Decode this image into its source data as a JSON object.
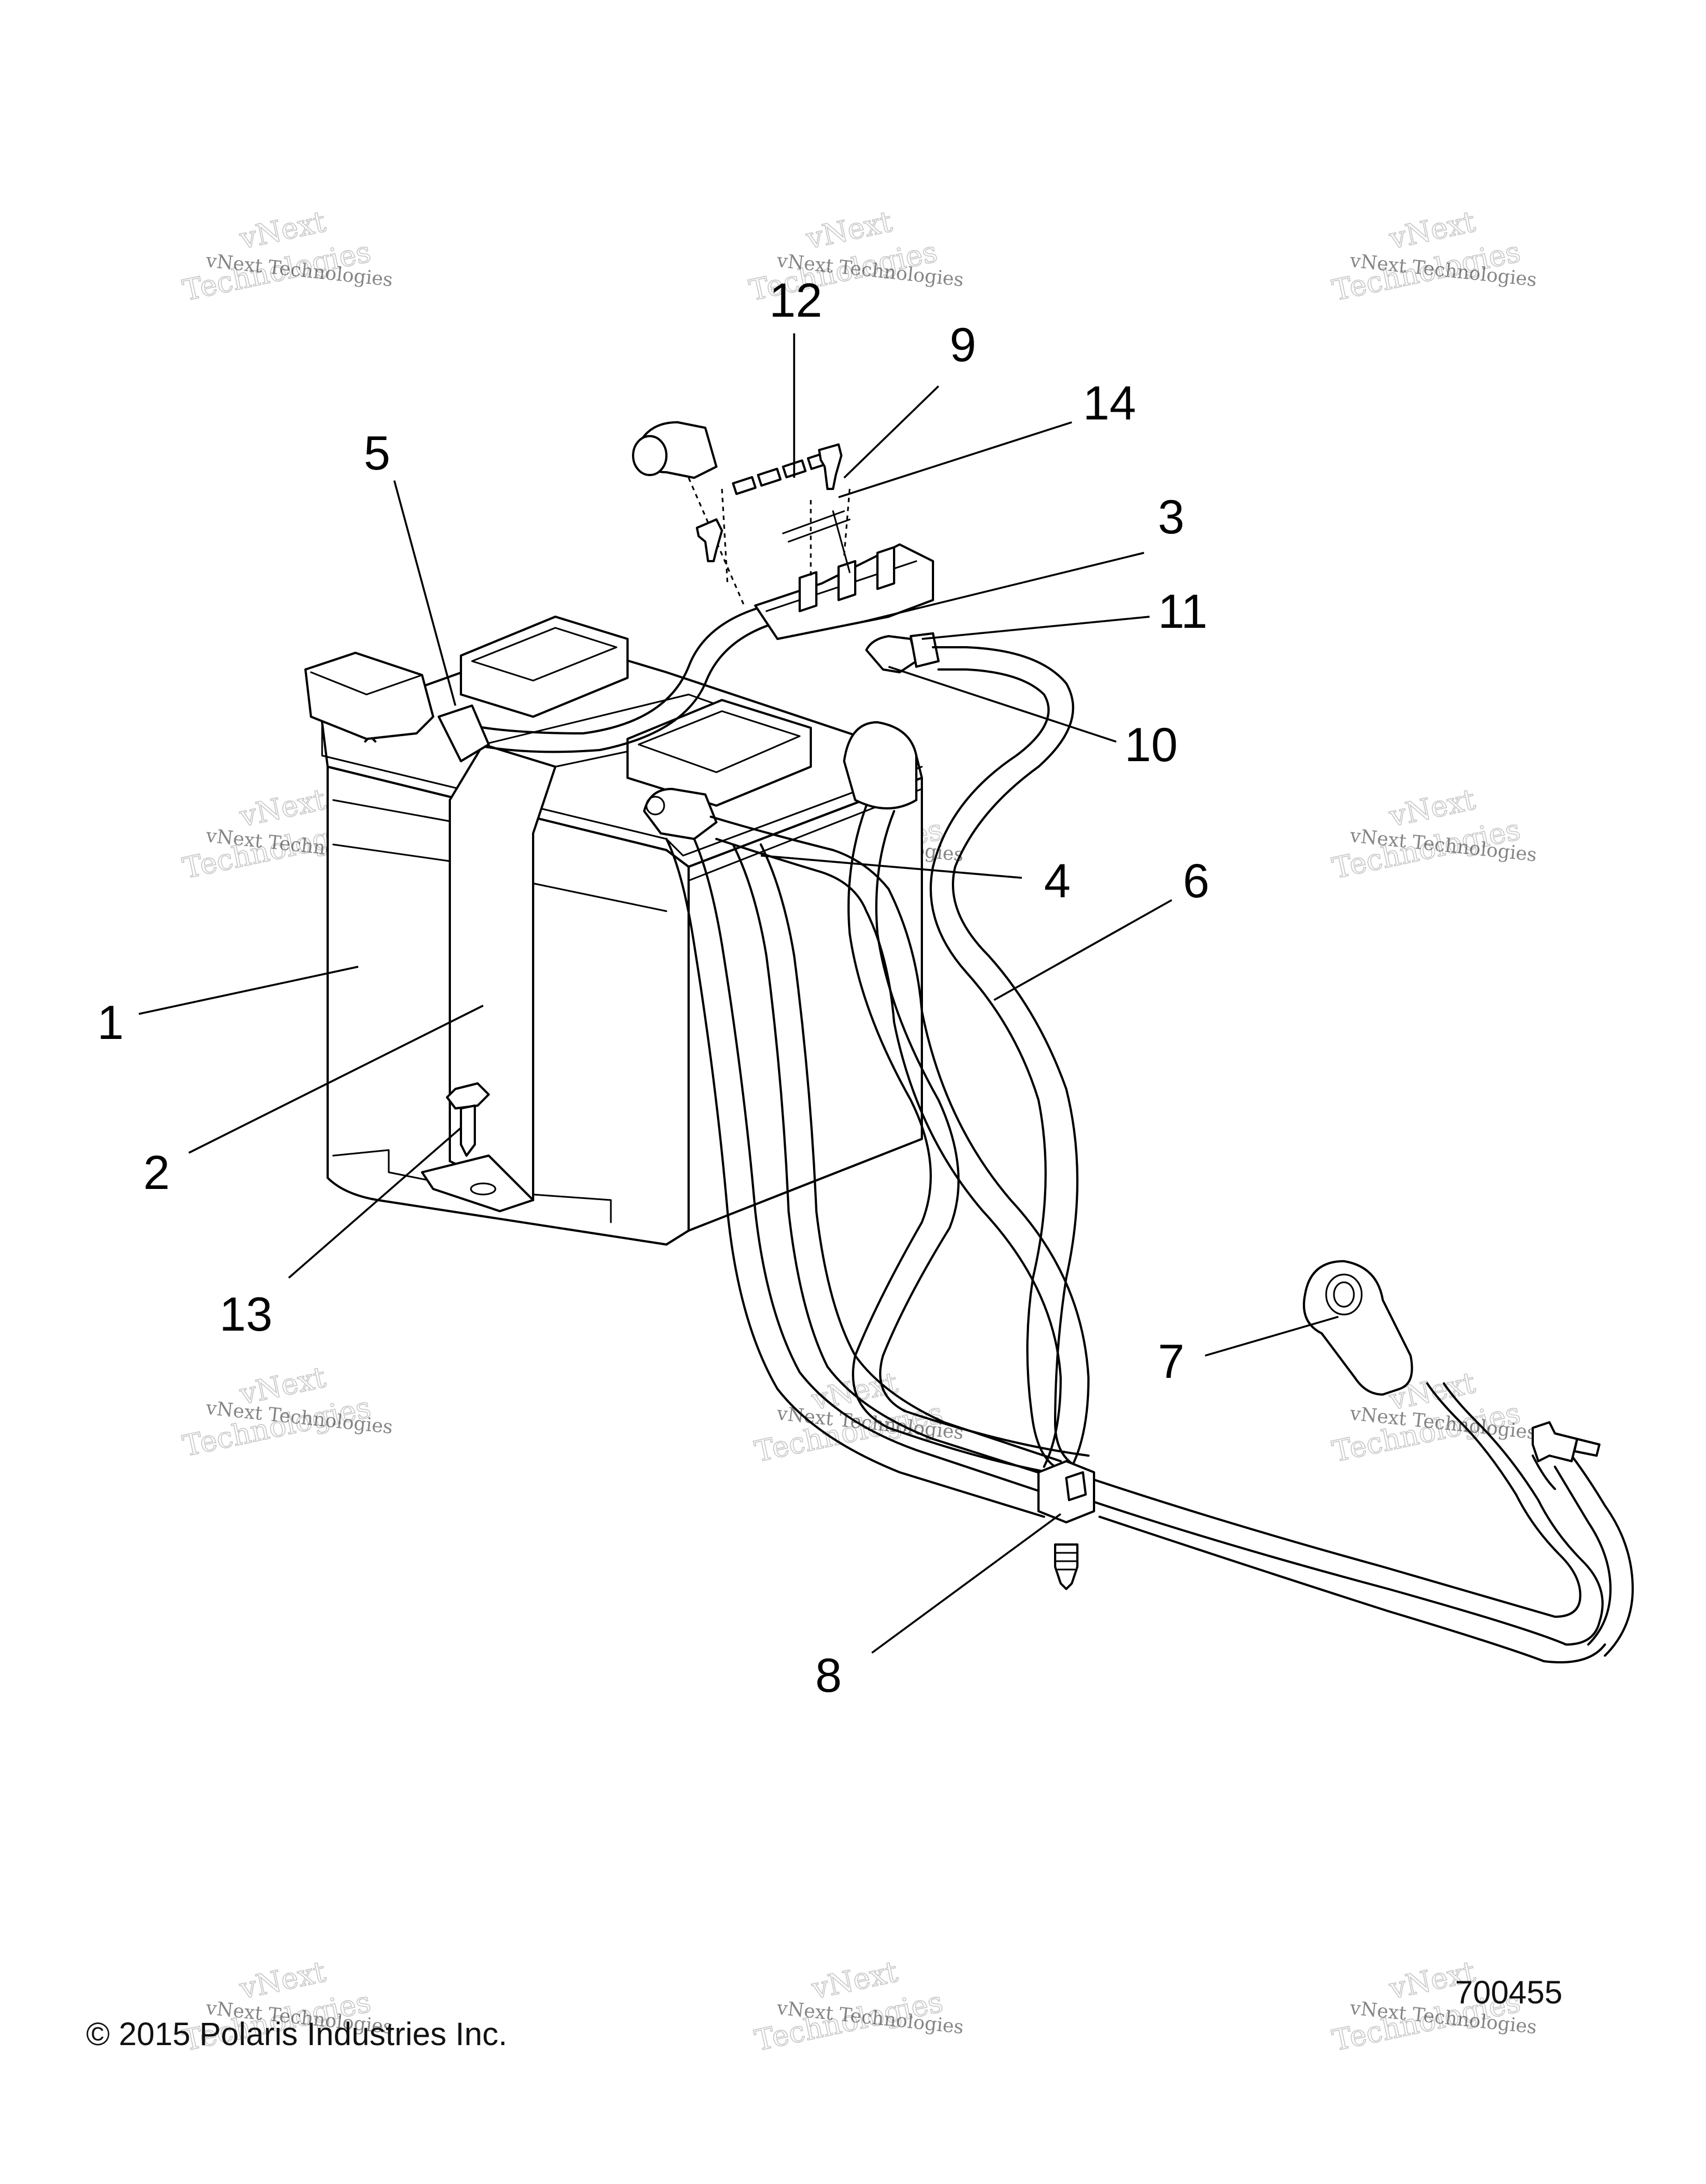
{
  "callouts": {
    "c1": "1",
    "c2": "2",
    "c3": "3",
    "c4": "4",
    "c5": "5",
    "c6": "6",
    "c7": "7",
    "c8": "8",
    "c9": "9",
    "c10": "10",
    "c11": "11",
    "c12": "12",
    "c13": "13",
    "c14": "14"
  },
  "watermark": {
    "line1": "vNext Technologies",
    "line2": "Technologies",
    "line3": "vNext"
  },
  "footer": {
    "copyright": "© 2015 Polaris Industries Inc.",
    "figure_number": "700455"
  }
}
